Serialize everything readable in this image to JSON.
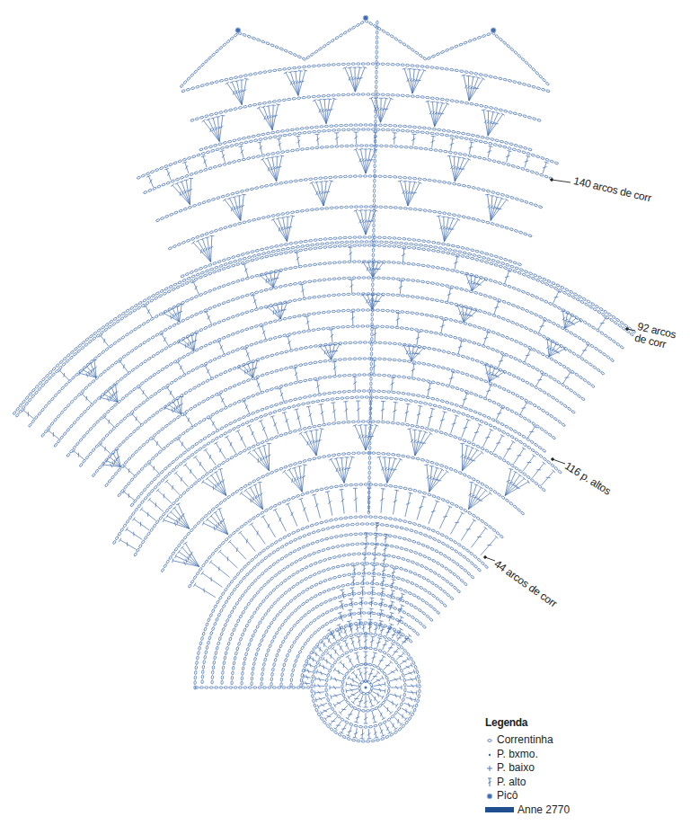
{
  "diagram": {
    "labels": [
      "140 arcos de corr",
      "92 arcos de corr",
      "116 p. altos",
      "44 arcos de corr",
      "Legenda"
    ],
    "legend": [
      {
        "text": "Correntinha"
      },
      {
        "text": "P. bxmo."
      },
      {
        "text": "P. baixo"
      },
      {
        "text": "P. alto"
      },
      {
        "text": "Picô"
      },
      {
        "text": "Anne 2770",
        "color": "#1f4f8f"
      }
    ]
  }
}
